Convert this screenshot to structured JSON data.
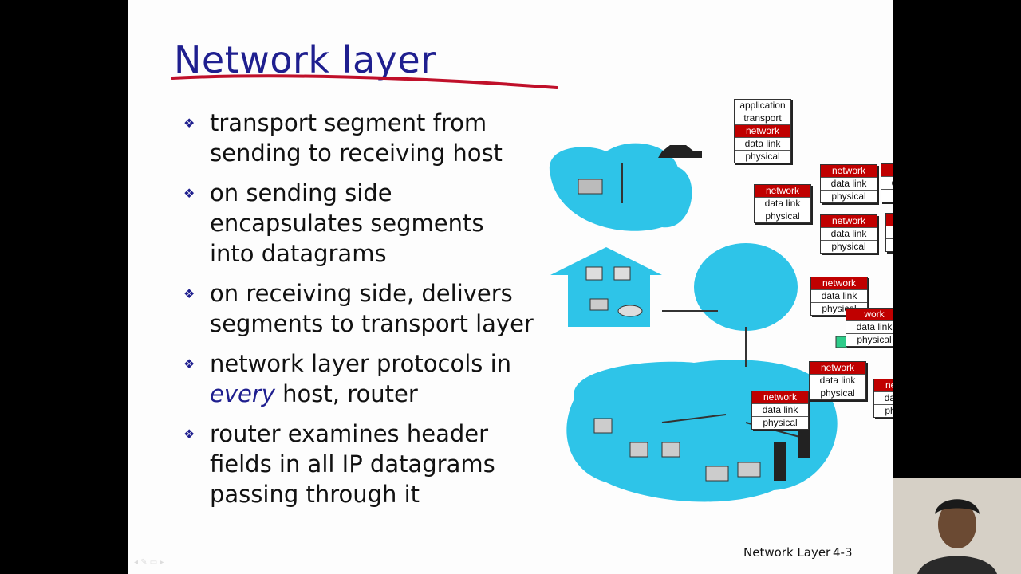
{
  "slide": {
    "title": "Network layer",
    "bullets": [
      {
        "text": "transport segment from sending to receiving host"
      },
      {
        "text": "on sending side encapsulates segments into datagrams"
      },
      {
        "text": "on receiving side, delivers segments to transport layer"
      },
      {
        "pre": "network layer protocols in ",
        "em": "every",
        "post": " host, router"
      },
      {
        "text": "router examines header fields in all IP datagrams passing through it"
      }
    ],
    "footer_label": "Network Layer",
    "footer_page": "4-3"
  },
  "diagram": {
    "end_stack": [
      "application",
      "transport",
      "network",
      "data link",
      "physical"
    ],
    "router_stack": [
      "network",
      "data link",
      "physical"
    ],
    "partial_router_stack": [
      "work",
      "data link",
      "physical"
    ]
  },
  "colors": {
    "title": "#1f1f8f",
    "network_layer": "#c00000",
    "cloud": "#2ec4e8",
    "underline": "#c0102a"
  }
}
